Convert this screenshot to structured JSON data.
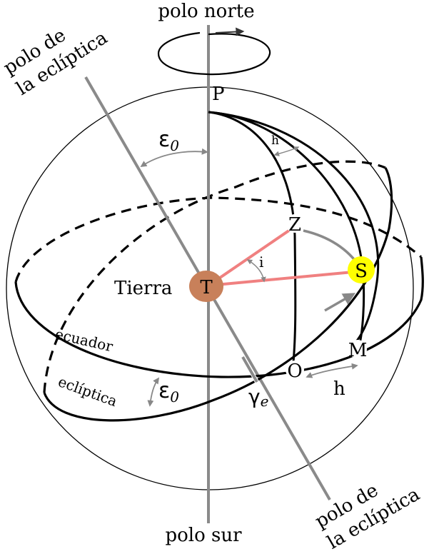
{
  "labels": {
    "north_pole": "polo norte",
    "south_pole": "polo sur",
    "ecliptic_pole_top_line1": "polo de",
    "ecliptic_pole_top_line2": "la eclíptica",
    "ecliptic_pole_bottom_line1": "polo de",
    "ecliptic_pole_bottom_line2": "la eclíptica",
    "P": "P",
    "earth": "Tierra",
    "T": "T",
    "Z": "Z",
    "S": "S",
    "M": "M",
    "O": "O",
    "h_top": "h",
    "h_bottom": "h",
    "i": "i",
    "eps_top": "ε",
    "eps_top_sub": "0",
    "eps_bottom": "ε",
    "eps_bottom_sub": "0",
    "gamma": "γ",
    "gamma_sub": "e",
    "equator": "ecuador",
    "ecliptic": "eclíptica"
  },
  "colors": {
    "earth": "#c8805a",
    "sun": "#ffff00",
    "red_lines": "#f08080",
    "axis_gray": "#808080",
    "arrow_gray": "#888888"
  }
}
